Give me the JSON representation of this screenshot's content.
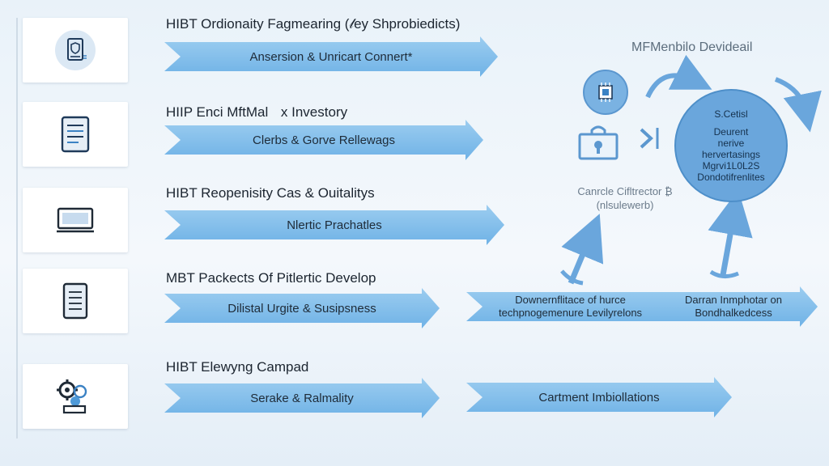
{
  "rows": [
    {
      "title": "HIBT Ordionaity Fagmearing (𝓁ey Shprobiedicts)",
      "arrow": "Ansersion & Unricart Connert*"
    },
    {
      "title": "HIIP Enci MftMalㅤx Investory",
      "arrow": "Clerbs & Gorve Rellewags"
    },
    {
      "title": "HIBT Reopenisity Cas & Ouitalitys",
      "arrow": "Nlertic Prachatles"
    },
    {
      "title": "MBT Packects Of Pitlertic Develop",
      "arrow": "Dilistal Urgite & Susipsness"
    },
    {
      "title": "HIBT Elewyng Campad",
      "arrow": "Serake & Ralmality"
    }
  ],
  "wide_arrows": [
    {
      "left_lines": [
        "Downernflitace of hurce",
        "techpnogemenure Levilyrelons"
      ],
      "right_lines": [
        "Darran Inmphotar on",
        "Bondhalkedcess"
      ]
    },
    {
      "label": "Cartment Imbiollations"
    }
  ],
  "panel": {
    "title": "MFMenbilo Devideail",
    "circle_head": "S.Cetisl",
    "circle_lines": [
      "Deurent",
      "nerive",
      "hervertasings",
      "Mgrvi1L0L2S",
      "Dondotifrenlites"
    ],
    "caption_lines": [
      "Canrcle Cifltrector ₿",
      "(nlsulewerb)"
    ]
  },
  "icons": [
    "shield-tablet-icon",
    "document-list-icon",
    "monitor-icon",
    "clipboard-icon",
    "gears-icon",
    "chip-icon",
    "lock-icon",
    "chevron-right-icon"
  ],
  "colors": {
    "arrow": "#7ab8e8",
    "circle": "#6aa6dc",
    "card": "#ffffff",
    "background": "#edf4fa"
  }
}
